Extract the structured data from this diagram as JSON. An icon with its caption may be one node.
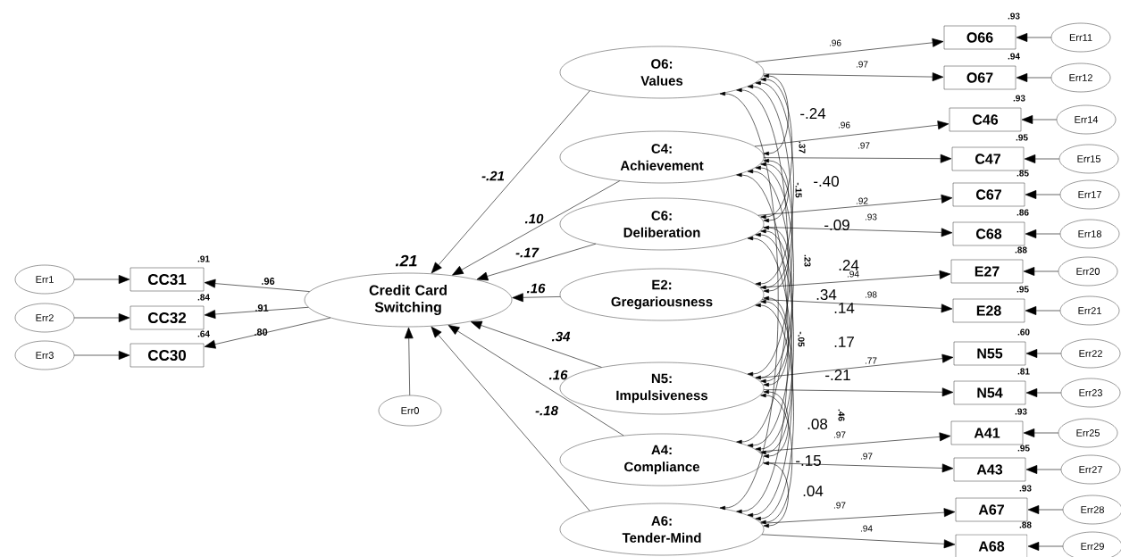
{
  "diagram": {
    "nodes": [
      {
        "text": [
          "Err1"
        ]
      },
      {
        "text": [
          "Err2"
        ]
      },
      {
        "text": [
          "Err3"
        ]
      },
      {
        "text": [
          "CC31"
        ]
      },
      {
        "text": [
          "CC32"
        ]
      },
      {
        "text": [
          "CC30"
        ]
      },
      {
        "text": [
          "Credit Card Switching"
        ]
      },
      {
        "text": [
          "Err0"
        ]
      },
      {
        "text": [
          "O6:",
          "Values"
        ]
      },
      {
        "text": [
          "C4:",
          "Achievement"
        ]
      },
      {
        "text": [
          "C6:",
          "Deliberation"
        ]
      },
      {
        "text": [
          "E2:",
          "Gregariousness"
        ]
      },
      {
        "text": [
          "N5:",
          "Impulsiveness"
        ]
      },
      {
        "text": [
          "A4:",
          "Compliance"
        ]
      },
      {
        "text": [
          "A6:",
          "Tender-Mind"
        ]
      },
      {
        "text": [
          "O66"
        ]
      },
      {
        "text": [
          "O67"
        ]
      },
      {
        "text": [
          "C46"
        ]
      },
      {
        "text": [
          "C47"
        ]
      },
      {
        "text": [
          "C67"
        ]
      },
      {
        "text": [
          "C68"
        ]
      },
      {
        "text": [
          "E27"
        ]
      },
      {
        "text": [
          "E28"
        ]
      },
      {
        "text": [
          "N55"
        ]
      },
      {
        "text": [
          "N54"
        ]
      },
      {
        "text": [
          "A41"
        ]
      },
      {
        "text": [
          "A43"
        ]
      },
      {
        "text": [
          "A67"
        ]
      },
      {
        "text": [
          "A68"
        ]
      },
      {
        "text": [
          "Err11"
        ]
      },
      {
        "text": [
          "Err12"
        ]
      },
      {
        "text": [
          "Err14"
        ]
      },
      {
        "text": [
          "Err15"
        ]
      },
      {
        "text": [
          "Err17"
        ]
      },
      {
        "text": [
          "Err18"
        ]
      },
      {
        "text": [
          "Err20"
        ]
      },
      {
        "text": [
          "Err21"
        ]
      },
      {
        "text": [
          "Err22"
        ]
      },
      {
        "text": [
          "Err23"
        ]
      },
      {
        "text": [
          "Err25"
        ]
      },
      {
        "text": [
          "Err27"
        ]
      },
      {
        "text": [
          "Err28"
        ]
      },
      {
        "text": [
          "Err29"
        ]
      }
    ],
    "edges": [
      {
        "from": 0,
        "to": 3,
        "arrow": "to"
      },
      {
        "from": 1,
        "to": 4,
        "arrow": "to"
      },
      {
        "from": 2,
        "to": 5,
        "arrow": "to"
      },
      {
        "from": 6,
        "to": 3,
        "arrow": "to",
        "label": ".96"
      },
      {
        "from": 6,
        "to": 4,
        "arrow": "to",
        "label": ".91"
      },
      {
        "from": 6,
        "to": 5,
        "arrow": "to",
        "label": ".80"
      },
      {
        "from": 7,
        "to": 6,
        "arrow": "to"
      },
      {
        "from": 8,
        "to": 6,
        "arrow": "to",
        "label": "-.21"
      },
      {
        "from": 9,
        "to": 6,
        "arrow": "to",
        "label": ".10"
      },
      {
        "from": 10,
        "to": 6,
        "arrow": "to",
        "label": "-.17"
      },
      {
        "from": 11,
        "to": 6,
        "arrow": "to",
        "label": ".16"
      },
      {
        "from": 12,
        "to": 6,
        "arrow": "to",
        "label": ".34"
      },
      {
        "from": 13,
        "to": 6,
        "arrow": "to",
        "label": ".16"
      },
      {
        "from": 14,
        "to": 6,
        "arrow": "to",
        "label": "-.18"
      },
      {
        "from": 8,
        "to": 15,
        "arrow": "to",
        "label": ".96"
      },
      {
        "from": 8,
        "to": 16,
        "arrow": "to",
        "label": ".97"
      },
      {
        "from": 9,
        "to": 17,
        "arrow": "to",
        "label": ".96"
      },
      {
        "from": 9,
        "to": 18,
        "arrow": "to",
        "label": ".97"
      },
      {
        "from": 10,
        "to": 19,
        "arrow": "to",
        "label": ".92"
      },
      {
        "from": 10,
        "to": 20,
        "arrow": "to",
        "label": ".93"
      },
      {
        "from": 11,
        "to": 21,
        "arrow": "to",
        "label": ".94"
      },
      {
        "from": 11,
        "to": 22,
        "arrow": "to",
        "label": ".98"
      },
      {
        "from": 12,
        "to": 23,
        "arrow": "to",
        "label": ".77"
      },
      {
        "from": 12,
        "to": 24,
        "arrow": "to"
      },
      {
        "from": 13,
        "to": 25,
        "arrow": "to",
        "label": ".97"
      },
      {
        "from": 13,
        "to": 26,
        "arrow": "to",
        "label": ".97"
      },
      {
        "from": 14,
        "to": 27,
        "arrow": "to",
        "label": ".97"
      },
      {
        "from": 14,
        "to": 28,
        "arrow": "to",
        "label": ".94"
      },
      {
        "from": 29,
        "to": 15,
        "arrow": "to"
      },
      {
        "from": 30,
        "to": 16,
        "arrow": "to"
      },
      {
        "from": 31,
        "to": 17,
        "arrow": "to"
      },
      {
        "from": 32,
        "to": 18,
        "arrow": "to"
      },
      {
        "from": 33,
        "to": 19,
        "arrow": "to"
      },
      {
        "from": 34,
        "to": 20,
        "arrow": "to"
      },
      {
        "from": 35,
        "to": 21,
        "arrow": "to"
      },
      {
        "from": 36,
        "to": 22,
        "arrow": "to"
      },
      {
        "from": 37,
        "to": 23,
        "arrow": "to"
      },
      {
        "from": 38,
        "to": 24,
        "arrow": "to"
      },
      {
        "from": 39,
        "to": 25,
        "arrow": "to"
      },
      {
        "from": 40,
        "to": 26,
        "arrow": "to"
      },
      {
        "from": 41,
        "to": 27,
        "arrow": "to"
      },
      {
        "from": 42,
        "to": 28,
        "arrow": "to"
      },
      {
        "from": 8,
        "to": 9,
        "arrow": "both"
      },
      {
        "from": 8,
        "to": 10,
        "arrow": "both"
      },
      {
        "from": 8,
        "to": 11,
        "arrow": "both"
      },
      {
        "from": 8,
        "to": 12,
        "arrow": "both"
      },
      {
        "from": 8,
        "to": 13,
        "arrow": "both"
      },
      {
        "from": 8,
        "to": 14,
        "arrow": "both"
      },
      {
        "from": 9,
        "to": 10,
        "arrow": "both"
      },
      {
        "from": 9,
        "to": 11,
        "arrow": "both"
      },
      {
        "from": 9,
        "to": 12,
        "arrow": "both"
      },
      {
        "from": 9,
        "to": 13,
        "arrow": "both"
      },
      {
        "from": 9,
        "to": 14,
        "arrow": "both"
      },
      {
        "from": 10,
        "to": 11,
        "arrow": "both"
      },
      {
        "from": 10,
        "to": 12,
        "arrow": "both"
      },
      {
        "from": 10,
        "to": 13,
        "arrow": "both"
      },
      {
        "from": 10,
        "to": 14,
        "arrow": "both"
      },
      {
        "from": 11,
        "to": 12,
        "arrow": "both"
      },
      {
        "from": 11,
        "to": 13,
        "arrow": "both"
      },
      {
        "from": 11,
        "to": 14,
        "arrow": "both"
      },
      {
        "from": 12,
        "to": 13,
        "arrow": "both"
      },
      {
        "from": 12,
        "to": 14,
        "arrow": "both"
      },
      {
        "from": 13,
        "to": 14,
        "arrow": "both"
      }
    ],
    "labels": [
      ".91",
      ".84",
      ".64",
      ".21",
      ".93",
      ".94",
      ".93",
      ".95",
      ".85",
      ".86",
      ".88",
      ".95",
      ".60",
      ".81",
      ".93",
      ".95",
      ".93",
      ".88",
      "-.24",
      "-.40",
      "-.09",
      ".24",
      ".34",
      ".14",
      ".17",
      "-.21",
      ".08",
      "-.15",
      ".04",
      ".37",
      "-.15",
      ".23",
      "-.05",
      ".46"
    ]
  }
}
